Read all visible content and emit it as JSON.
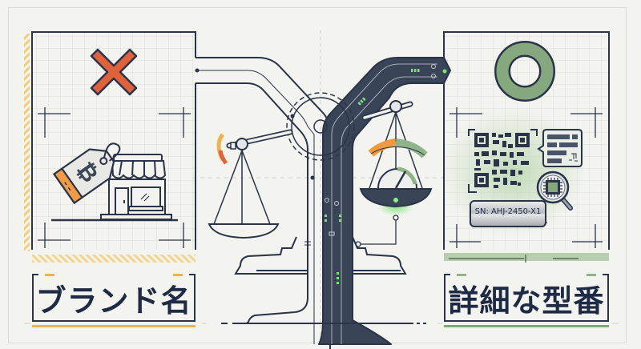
{
  "left_panel": {
    "verdict_icon": "cross-mark-icon",
    "verdict_color": "#e0623b",
    "illustration": [
      "bitcoin-price-tag-icon",
      "storefront-icon"
    ],
    "accent_color": "#f0b24a",
    "label": "ブランド名"
  },
  "center": {
    "illustration": [
      "balance-scale-icon",
      "gear-icon",
      "circuit-path-icon",
      "gauge-meter-icon"
    ],
    "gauge_colors": [
      "#f09a3e",
      "#8fb48a"
    ]
  },
  "right_panel": {
    "verdict_icon": "circle-mark-icon",
    "verdict_color": "#86a87e",
    "illustration": [
      "qr-code-icon",
      "chat-bubble-icon",
      "magnifier-chip-icon",
      "serial-plate-icon"
    ],
    "serial_number": "SN: AHJ-2450-X1",
    "accent_color": "#7fa877",
    "label": "詳細な型番"
  }
}
